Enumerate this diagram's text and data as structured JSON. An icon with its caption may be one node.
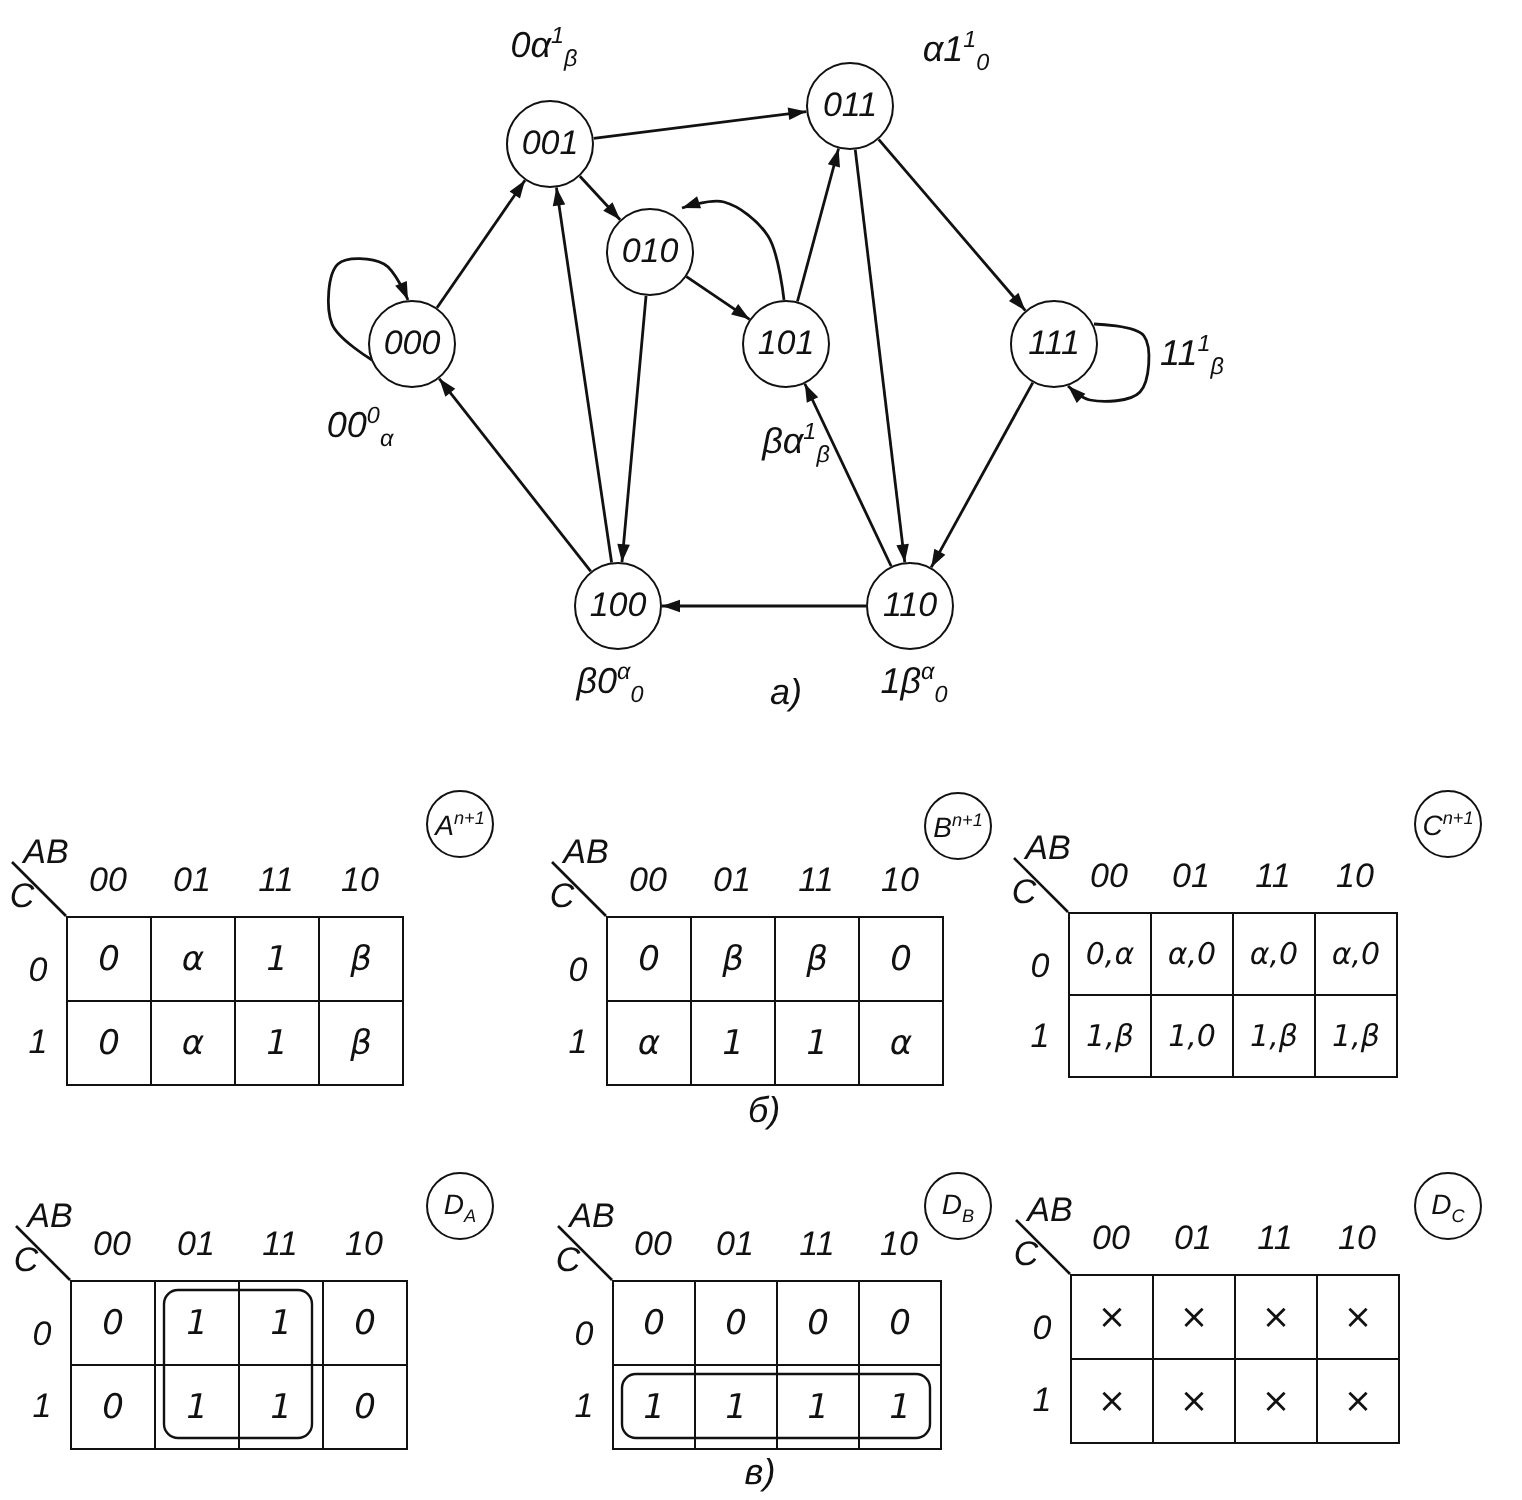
{
  "diagram": {
    "nodes": [
      {
        "text": [
          "000"
        ],
        "beside": [
          "00$^{0}$$_{α}$"
        ]
      },
      {
        "text": [
          "001"
        ],
        "beside": [
          "0α$^{1}$$_{β}$"
        ]
      },
      {
        "text": [
          "010"
        ]
      },
      {
        "text": [
          "011"
        ],
        "beside": [
          "α1$^{1}$$_{0}$"
        ]
      },
      {
        "text": [
          "101"
        ],
        "beside": [
          "βα$^{1}$$_{β}$"
        ]
      },
      {
        "text": [
          "111"
        ],
        "beside": [
          "11$^{1}$$_{β}$"
        ]
      },
      {
        "text": [
          "100"
        ],
        "beside": [
          "β0$^{α}$$_{0}$"
        ]
      },
      {
        "text": [
          "110"
        ],
        "beside": [
          "1β$^{α}$$_{0}$"
        ]
      },
      {
        "text": [
          "A$^{n+1}$"
        ]
      },
      {
        "text": [
          "B$^{n+1}$"
        ]
      },
      {
        "text": [
          "C$^{n+1}$"
        ]
      },
      {
        "text": [
          "D$_{A}$"
        ]
      },
      {
        "text": [
          "D$_{B}$"
        ]
      },
      {
        "text": [
          "D$_{C}$"
        ]
      },
      {
        "text": [],
        "shape": "box"
      },
      {
        "text": [],
        "shape": "box"
      }
    ],
    "edges": [
      {
        "from": 0,
        "to": 0,
        "arrow": "to"
      },
      {
        "from": 0,
        "to": 1,
        "arrow": "to"
      },
      {
        "from": 6,
        "to": 0,
        "arrow": "to"
      },
      {
        "from": 1,
        "to": 3,
        "arrow": "to"
      },
      {
        "from": 1,
        "to": 2,
        "arrow": "to"
      },
      {
        "from": 6,
        "to": 1,
        "arrow": "to"
      },
      {
        "from": 2,
        "to": 6,
        "arrow": "to"
      },
      {
        "from": 2,
        "to": 4,
        "arrow": "to"
      },
      {
        "from": 4,
        "to": 2,
        "arrow": "to"
      },
      {
        "from": 4,
        "to": 3,
        "arrow": "to"
      },
      {
        "from": 3,
        "to": 7,
        "arrow": "to"
      },
      {
        "from": 3,
        "to": 5,
        "arrow": "to"
      },
      {
        "from": 5,
        "to": 5,
        "arrow": "to"
      },
      {
        "from": 5,
        "to": 7,
        "arrow": "to"
      },
      {
        "from": 7,
        "to": 4,
        "arrow": "to"
      },
      {
        "from": 7,
        "to": 6,
        "arrow": "to"
      }
    ],
    "labels": [
      "а)",
      "AB",
      "00",
      "01",
      "11",
      "10",
      "C",
      "0",
      "0",
      "α",
      "1",
      "β",
      "1",
      "0",
      "α",
      "1",
      "β",
      "AB",
      "00",
      "01",
      "11",
      "10",
      "C",
      "0",
      "0",
      "β",
      "β",
      "0",
      "1",
      "α",
      "1",
      "1",
      "α",
      "AB",
      "00",
      "01",
      "11",
      "10",
      "C",
      "0",
      "0,α",
      "α,0",
      "α,0",
      "α,0",
      "1",
      "1,β",
      "1,0",
      "1,β",
      "1,β",
      "б)",
      "AB",
      "00",
      "01",
      "11",
      "10",
      "C",
      "0",
      "0",
      "1",
      "1",
      "0",
      "1",
      "0",
      "1",
      "1",
      "0",
      "AB",
      "00",
      "01",
      "11",
      "10",
      "C",
      "0",
      "0",
      "0",
      "0",
      "0",
      "1",
      "1",
      "1",
      "1",
      "1",
      "AB",
      "00",
      "01",
      "11",
      "10",
      "C",
      "0",
      "×",
      "×",
      "×",
      "×",
      "1",
      "×",
      "×",
      "×",
      "×",
      "в)"
    ]
  }
}
